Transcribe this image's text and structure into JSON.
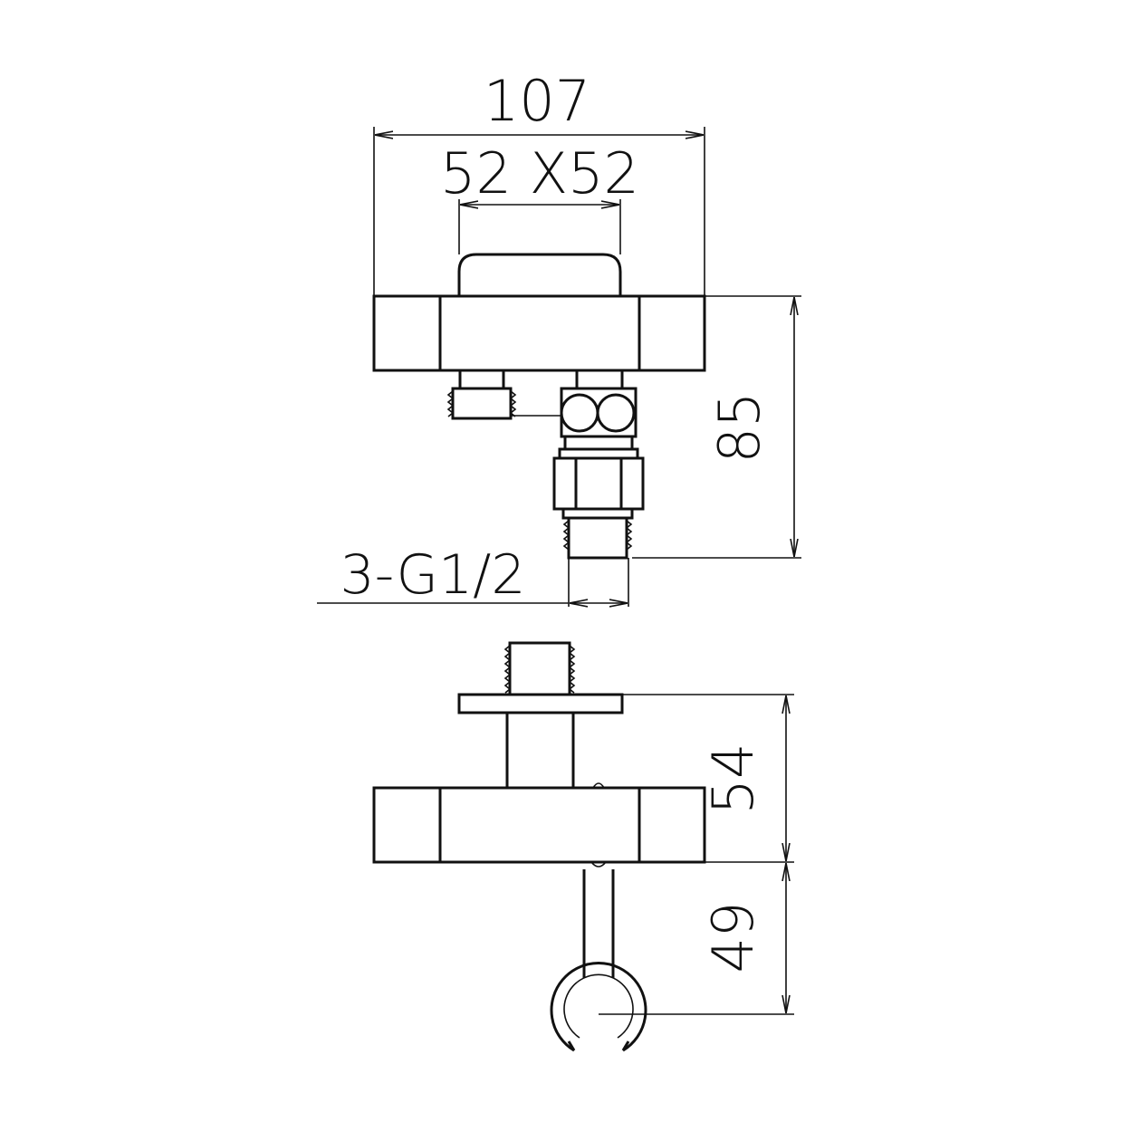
{
  "drawing": {
    "top_view": {
      "overall_width": "107",
      "handle_size": "52 X52",
      "height": "85",
      "connections": "3-G1/2"
    },
    "side_view": {
      "upper_height": "54",
      "lower_height": "49"
    },
    "colors": {
      "line": "#111111",
      "background": "#ffffff"
    }
  }
}
